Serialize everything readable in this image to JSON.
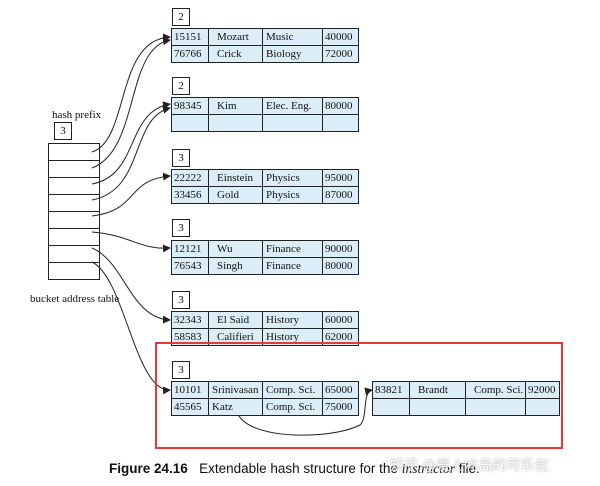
{
  "hash_table": {
    "label": "hash prefix",
    "global_depth": "3",
    "footer_label": "bucket address table"
  },
  "buckets": [
    {
      "depth": "2",
      "rows": [
        [
          "15151",
          "Mozart",
          "Music",
          "40000"
        ],
        [
          "76766",
          "Crick",
          "Biology",
          "72000"
        ]
      ]
    },
    {
      "depth": "2",
      "rows": [
        [
          "98345",
          "Kim",
          "Elec. Eng.",
          "80000"
        ],
        [
          "",
          "",
          "",
          ""
        ]
      ]
    },
    {
      "depth": "3",
      "rows": [
        [
          "22222",
          "Einstein",
          "Physics",
          "95000"
        ],
        [
          "33456",
          "Gold",
          "Physics",
          "87000"
        ]
      ]
    },
    {
      "depth": "3",
      "rows": [
        [
          "12121",
          "Wu",
          "Finance",
          "90000"
        ],
        [
          "76543",
          "Singh",
          "Finance",
          "80000"
        ]
      ]
    },
    {
      "depth": "3",
      "rows": [
        [
          "32343",
          "El Said",
          "History",
          "60000"
        ],
        [
          "58583",
          "Califieri",
          "History",
          "62000"
        ]
      ]
    },
    {
      "depth": "3",
      "rows": [
        [
          "10101",
          "Srinivasan",
          "Comp. Sci.",
          "65000"
        ],
        [
          "45565",
          "Katz",
          "Comp. Sci.",
          "75000"
        ]
      ]
    }
  ],
  "overflow_bucket": {
    "rows": [
      [
        "83821",
        "Brandt",
        "Comp. Sci.",
        "92000"
      ],
      [
        "",
        "",
        "",
        ""
      ]
    ]
  },
  "caption": {
    "figure": "Figure 24.16",
    "text_before": "Extendable hash structure for the",
    "relation": "instructor",
    "text_after": "file."
  },
  "watermark": "知乎 @爱上冰岛的可乐包",
  "colors": {
    "bucket_fill": "#dbeef8",
    "highlight_border": "#e53a35",
    "line": "#222222"
  }
}
